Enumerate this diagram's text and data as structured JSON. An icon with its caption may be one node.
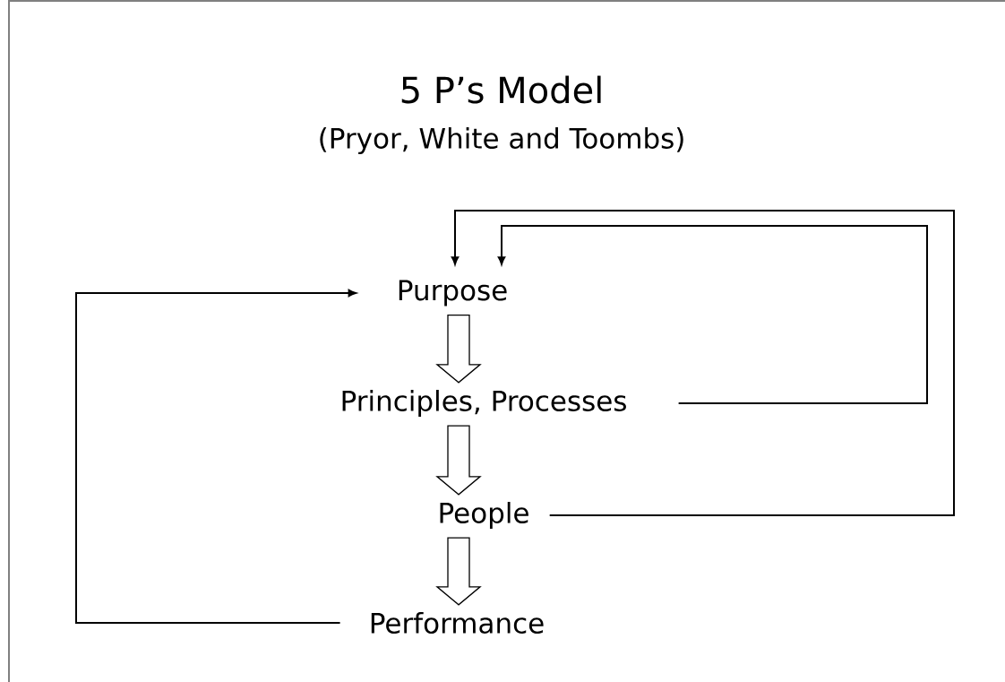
{
  "diagram": {
    "title": "5 P’s Model",
    "labels": [
      "(Pryor, White and Toombs)"
    ],
    "nodes": [
      {
        "text": [
          "Purpose"
        ]
      },
      {
        "text": [
          "Principles, Processes"
        ]
      },
      {
        "text": [
          "People"
        ]
      },
      {
        "text": [
          "Performance"
        ]
      }
    ],
    "edges": [
      {
        "from": 0,
        "to": 1,
        "arrow": "to",
        "style": "thick"
      },
      {
        "from": 1,
        "to": 2,
        "arrow": "to",
        "style": "thick"
      },
      {
        "from": 2,
        "to": 3,
        "arrow": "to",
        "style": "thick"
      },
      {
        "from": 1,
        "to": 0,
        "arrow": "to"
      },
      {
        "from": 2,
        "to": 0,
        "arrow": "to"
      },
      {
        "from": 3,
        "to": 0,
        "arrow": "to"
      }
    ]
  }
}
